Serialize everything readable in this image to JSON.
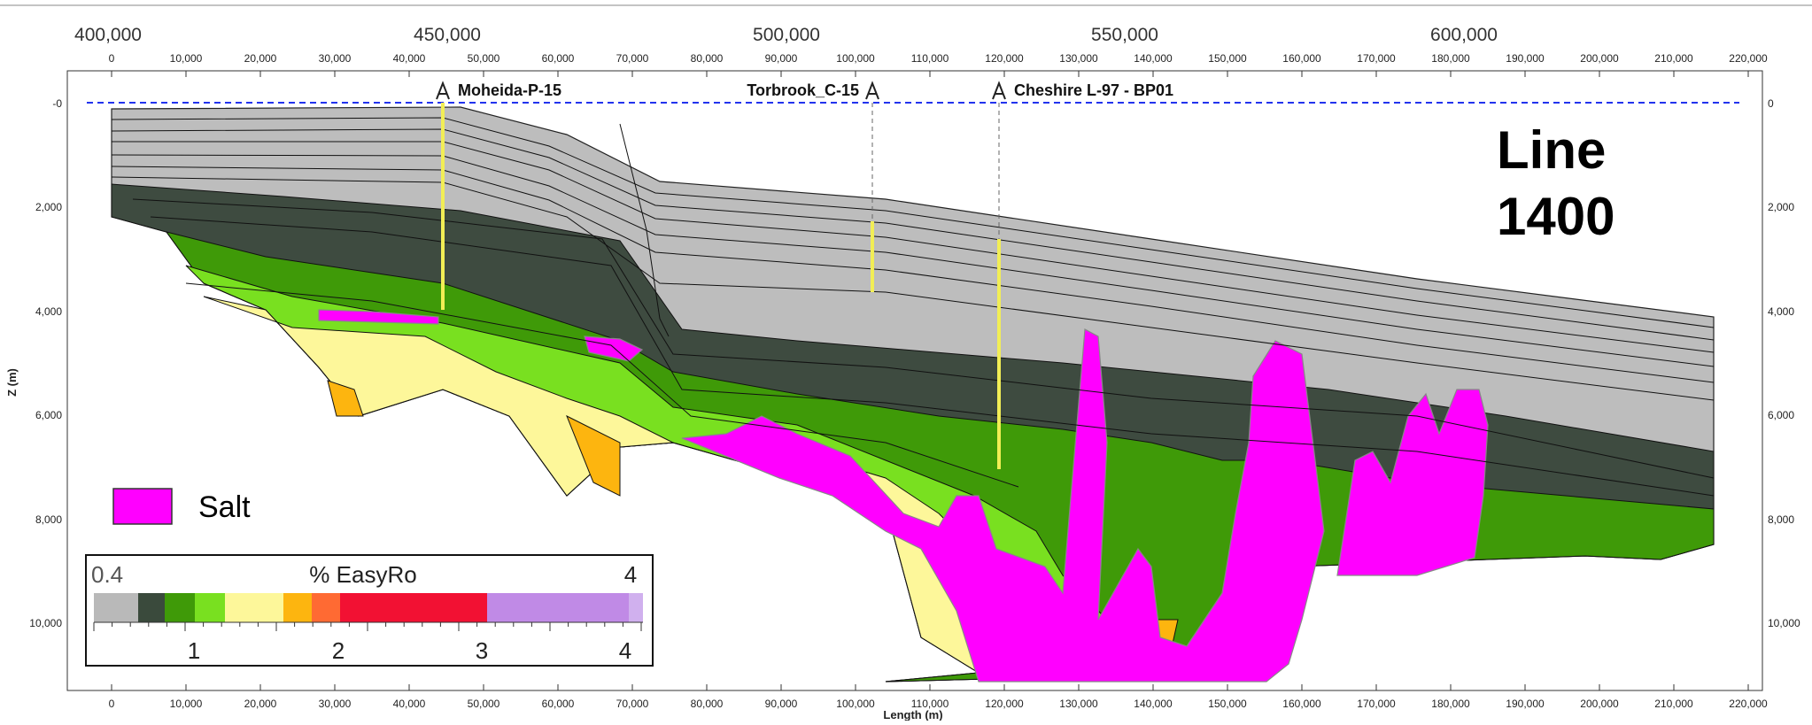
{
  "title_block": {
    "line": "Line",
    "number": "1400"
  },
  "top_axis": {
    "labels": [
      "400,000",
      "450,000",
      "500,000",
      "550,000",
      "600,000"
    ]
  },
  "length_axis": {
    "ticks": [
      "0",
      "10,000",
      "20,000",
      "30,000",
      "40,000",
      "50,000",
      "60,000",
      "70,000",
      "80,000",
      "90,000",
      "100,000",
      "110,000",
      "120,000",
      "130,000",
      "140,000",
      "150,000",
      "160,000",
      "170,000",
      "180,000",
      "190,000",
      "200,000",
      "210,000",
      "220,000"
    ],
    "label": "Length (m)"
  },
  "depth_axis": {
    "label": "Z (m)",
    "left_ticks": [
      "-0",
      "2,000",
      "4,000",
      "6,000",
      "8,000",
      "10,000"
    ],
    "right_ticks": [
      "0",
      "2,000",
      "4,000",
      "6,000",
      "8,000",
      "10,000"
    ]
  },
  "wells": [
    {
      "name": "Moheida-P-15",
      "label_side": "right"
    },
    {
      "name": "Torbrook_C-15",
      "label_side": "left"
    },
    {
      "name": "Cheshire L-97 - BP01",
      "label_side": "right"
    }
  ],
  "legend": {
    "salt_label": "Salt",
    "salt_color": "#ff00ff"
  },
  "scale": {
    "title": "% EasyRo",
    "min_label": "0.4",
    "max_label": "4",
    "tick_labels": [
      "1",
      "2",
      "3",
      "4"
    ],
    "colors": [
      "#b9b9b9",
      "#3a4a3c",
      "#3f9a08",
      "#79e020",
      "#fdf79a",
      "#fdb50f",
      "#ff6a33",
      "#f21133",
      "#c08ae6",
      "#d0b0ee"
    ]
  }
}
